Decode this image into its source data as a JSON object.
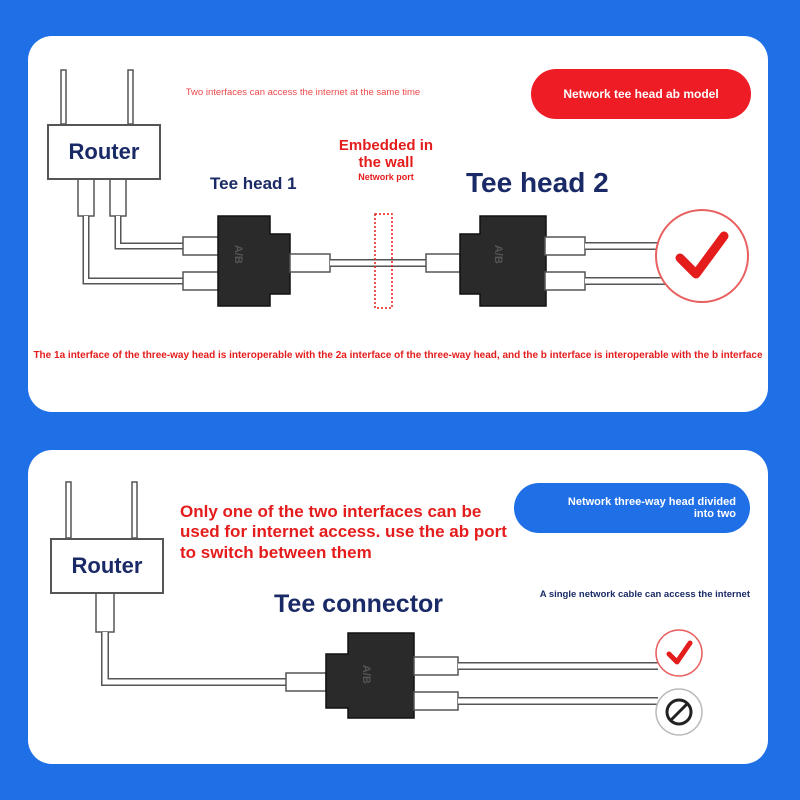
{
  "top": {
    "router_label": "Router",
    "note_access": "Two interfaces can access the internet at the same time",
    "badge": "Network tee head ab model",
    "tee_head_1": "Tee head 1",
    "tee_head_2": "Tee head 2",
    "embedded_line1": "Embedded in",
    "embedded_line2": "the wall",
    "network_port": "Network port",
    "port_label_left": "A/B",
    "port_label_right": "A/B",
    "description": "The 1a interface of the three-way head is interoperable with the 2a interface of the three-way head, and the b interface is interoperable with the b interface"
  },
  "bottom": {
    "router_label": "Router",
    "warning": "Only one of the two interfaces can be used for internet access. use the ab port to switch between them",
    "badge": "Network three-way head divided into two",
    "tee_connector": "Tee connector",
    "single_cable_note": "A single network cable can access the internet",
    "port_label": "A/B"
  },
  "colors": {
    "background": "#1f6fe6",
    "red_badge": "#ee1c25",
    "blue_badge": "#1f6fe6",
    "accent_red": "#e41c1c",
    "navy_text": "#1a2a66"
  },
  "icons": {
    "ok": "check-circle-icon",
    "blocked": "prohibited-circle-icon"
  }
}
